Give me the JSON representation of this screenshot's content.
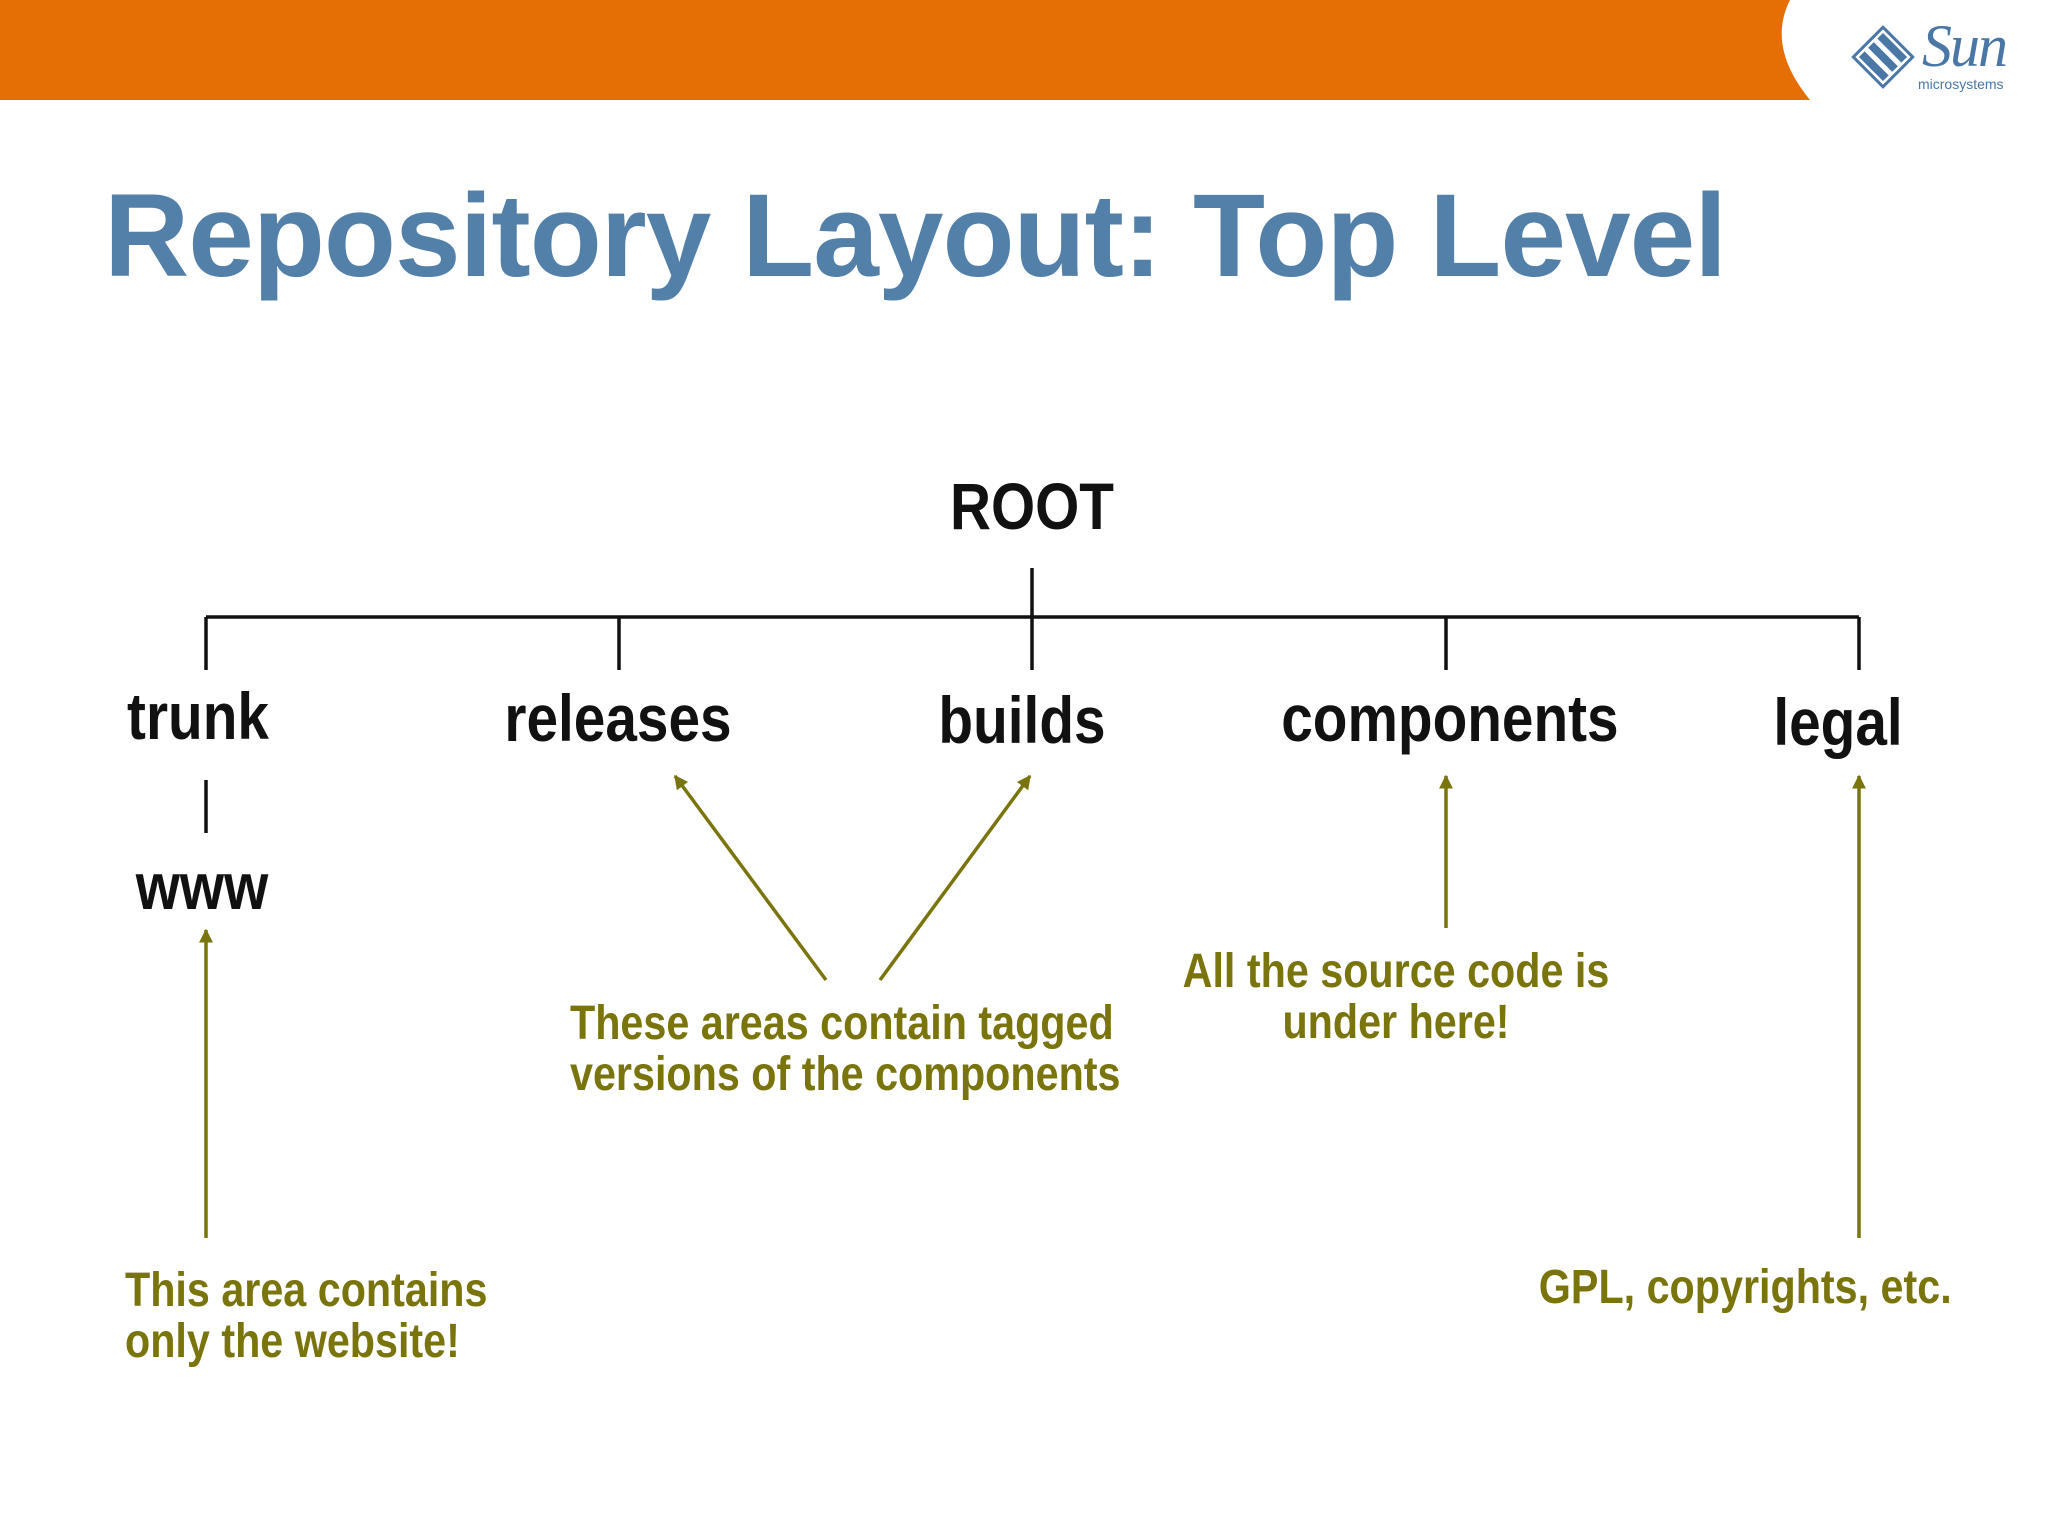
{
  "slide": {
    "title": "Repository Layout: Top Level",
    "banner_color": "#e56f05",
    "title_color": "#5380a8",
    "node_color": "#111111",
    "note_color": "#7a740d"
  },
  "logo": {
    "icon": "sun-diamond-logo-icon",
    "word": "Sun",
    "subtitle": "microsystems"
  },
  "tree": {
    "root": "ROOT",
    "children": [
      "trunk",
      "releases",
      "builds",
      "components",
      "legal"
    ],
    "trunk_child": "www"
  },
  "notes": {
    "www": [
      "This area contains",
      "only the website!"
    ],
    "releases_builds": [
      "These areas contain tagged",
      "versions of the components"
    ],
    "components": [
      "All the source code is",
      "under here!"
    ],
    "legal": "GPL, copyrights, etc."
  }
}
